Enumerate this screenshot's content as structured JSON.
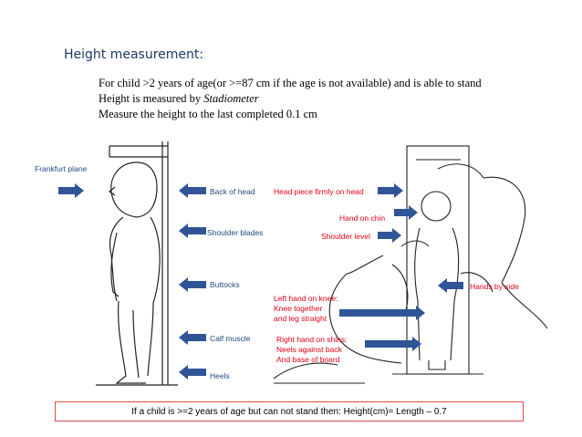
{
  "title": "Height measurement:",
  "lines": {
    "l1": "For child >2 years of age(or >=87 cm if the age is not available) and is able to stand",
    "l2_pre": "Height is measured by ",
    "l2_em": "Stadiometer",
    "l3": "Measure the height to the last completed  0.1 cm"
  },
  "labels": {
    "frankfurt": "Frankfurt plane",
    "back_of_head": "Back of head",
    "shoulder_blades": "Shoulder blades",
    "buttocks": "Buttocks",
    "calf_muscle": "Calf muscle",
    "heels": "Heels",
    "head_piece": "Head piece firmly on head",
    "hand_on_chin": "Hand on chin",
    "shoulder_level": "Shoulder level",
    "hands_by_side": "Hands by side",
    "left_hand_1": "Left hand on knee:",
    "left_hand_2": "Knee together",
    "left_hand_3": "and leg straight",
    "right_hand_1": "Right hand on shins:",
    "right_hand_2": "Neels against back",
    "right_hand_3": "And base of board"
  },
  "footer": "If a child is >=2 years of age but can not stand then: Height(cm)= Length – 0.7",
  "colors": {
    "arrow": "#2f5597",
    "red": "#e2001a",
    "blue": "#1f497d",
    "footer_border": "#e24b4b"
  }
}
